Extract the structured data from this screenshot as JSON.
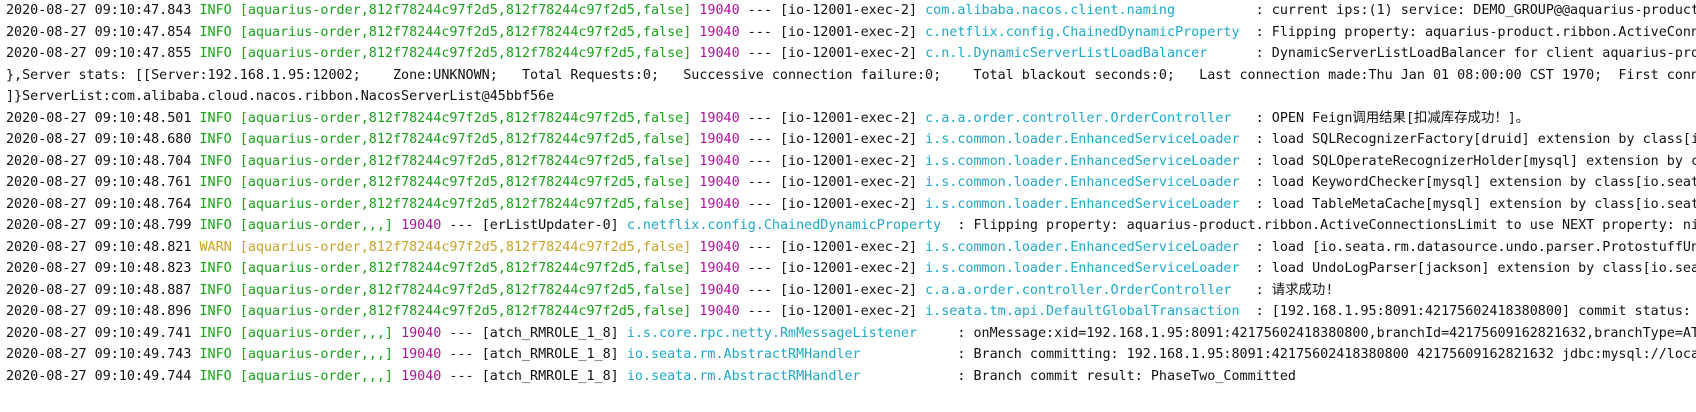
{
  "colors": {
    "text": "#111111",
    "info": "#17a317",
    "warn": "#c9a227",
    "thread_ctx": "#17a317",
    "pid": "#b0139c",
    "logger": "#1ea8c9"
  },
  "lines": [
    {
      "ts": "2020-08-27 09:10:47.843",
      "level": "INFO",
      "ctx": "[aquarius-order,812f78244c97f2d5,812f78244c97f2d5,false]",
      "pid": "19040",
      "thread": "[io-12001-exec-2]",
      "logger": "com.alibaba.nacos.client.naming",
      "pad": "          ",
      "msg": ": current ips:(1) service: DEMO_GROUP@@aquarius-product"
    },
    {
      "ts": "2020-08-27 09:10:47.854",
      "level": "INFO",
      "ctx": "[aquarius-order,812f78244c97f2d5,812f78244c97f2d5,false]",
      "pid": "19040",
      "thread": "[io-12001-exec-2]",
      "logger": "c.netflix.config.ChainedDynamicProperty",
      "pad": "  ",
      "msg": ": Flipping property: aquarius-product.ribbon.ActiveConn"
    },
    {
      "ts": "2020-08-27 09:10:47.855",
      "level": "INFO",
      "ctx": "[aquarius-order,812f78244c97f2d5,812f78244c97f2d5,false]",
      "pid": "19040",
      "thread": "[io-12001-exec-2]",
      "logger": "c.n.l.DynamicServerListLoadBalancer",
      "pad": "      ",
      "msg": ": DynamicServerListLoadBalancer for client aquarius-pro"
    },
    {
      "plain": "},Server stats: [[Server:192.168.1.95:12002;    Zone:UNKNOWN;   Total Requests:0;   Successive connection failure:0;    Total blackout seconds:0;   Last connection made:Thu Jan 01 08:00:00 CST 1970;  First conne"
    },
    {
      "plain": "]}ServerList:com.alibaba.cloud.nacos.ribbon.NacosServerList@45bbf56e"
    },
    {
      "ts": "2020-08-27 09:10:48.501",
      "level": "INFO",
      "ctx": "[aquarius-order,812f78244c97f2d5,812f78244c97f2d5,false]",
      "pid": "19040",
      "thread": "[io-12001-exec-2]",
      "logger": "c.a.a.order.controller.OrderController",
      "pad": "   ",
      "msg": ": OPEN Feign调用结果[扣减库存成功！]。"
    },
    {
      "ts": "2020-08-27 09:10:48.680",
      "level": "INFO",
      "ctx": "[aquarius-order,812f78244c97f2d5,812f78244c97f2d5,false]",
      "pid": "19040",
      "thread": "[io-12001-exec-2]",
      "logger": "i.s.common.loader.EnhancedServiceLoader",
      "pad": "  ",
      "msg": ": load SQLRecognizerFactory[druid] extension by class[i"
    },
    {
      "ts": "2020-08-27 09:10:48.704",
      "level": "INFO",
      "ctx": "[aquarius-order,812f78244c97f2d5,812f78244c97f2d5,false]",
      "pid": "19040",
      "thread": "[io-12001-exec-2]",
      "logger": "i.s.common.loader.EnhancedServiceLoader",
      "pad": "  ",
      "msg": ": load SQLOperateRecognizerHolder[mysql] extension by c"
    },
    {
      "ts": "2020-08-27 09:10:48.761",
      "level": "INFO",
      "ctx": "[aquarius-order,812f78244c97f2d5,812f78244c97f2d5,false]",
      "pid": "19040",
      "thread": "[io-12001-exec-2]",
      "logger": "i.s.common.loader.EnhancedServiceLoader",
      "pad": "  ",
      "msg": ": load KeywordChecker[mysql] extension by class[io.seat"
    },
    {
      "ts": "2020-08-27 09:10:48.764",
      "level": "INFO",
      "ctx": "[aquarius-order,812f78244c97f2d5,812f78244c97f2d5,false]",
      "pid": "19040",
      "thread": "[io-12001-exec-2]",
      "logger": "i.s.common.loader.EnhancedServiceLoader",
      "pad": "  ",
      "msg": ": load TableMetaCache[mysql] extension by class[io.seata"
    },
    {
      "ts": "2020-08-27 09:10:48.799",
      "level": "INFO",
      "ctx": "[aquarius-order,,,]",
      "pid": "19040",
      "thread": "[erListUpdater-0]",
      "logger": "c.netflix.config.ChainedDynamicProperty",
      "pad": "  ",
      "msg": ": Flipping property: aquarius-product.ribbon.ActiveConnectionsLimit to use NEXT property: ni"
    },
    {
      "ts": "2020-08-27 09:10:48.821",
      "level": "WARN",
      "ctx": "[aquarius-order,812f78244c97f2d5,812f78244c97f2d5,false]",
      "pid": "19040",
      "thread": "[io-12001-exec-2]",
      "logger": "i.s.common.loader.EnhancedServiceLoader",
      "pad": "  ",
      "msg": ": load [io.seata.rm.datasource.undo.parser.ProtostuffUn"
    },
    {
      "ts": "2020-08-27 09:10:48.823",
      "level": "INFO",
      "ctx": "[aquarius-order,812f78244c97f2d5,812f78244c97f2d5,false]",
      "pid": "19040",
      "thread": "[io-12001-exec-2]",
      "logger": "i.s.common.loader.EnhancedServiceLoader",
      "pad": "  ",
      "msg": ": load UndoLogParser[jackson] extension by class[io.sea"
    },
    {
      "ts": "2020-08-27 09:10:48.887",
      "level": "INFO",
      "ctx": "[aquarius-order,812f78244c97f2d5,812f78244c97f2d5,false]",
      "pid": "19040",
      "thread": "[io-12001-exec-2]",
      "logger": "c.a.a.order.controller.OrderController",
      "pad": "   ",
      "msg": ": 请求成功!"
    },
    {
      "ts": "2020-08-27 09:10:48.896",
      "level": "INFO",
      "ctx": "[aquarius-order,812f78244c97f2d5,812f78244c97f2d5,false]",
      "pid": "19040",
      "thread": "[io-12001-exec-2]",
      "logger": "i.seata.tm.api.DefaultGlobalTransaction",
      "pad": "  ",
      "msg": ": [192.168.1.95:8091:42175602418380800] commit status:"
    },
    {
      "ts": "2020-08-27 09:10:49.741",
      "level": "INFO",
      "ctx": "[aquarius-order,,,]",
      "pid": "19040",
      "thread": "[atch_RMROLE_1_8]",
      "logger": "i.s.core.rpc.netty.RmMessageListener",
      "pad": "     ",
      "msg": ": onMessage:xid=192.168.1.95:8091:42175602418380800,branchId=42175609162821632,branchType=AT"
    },
    {
      "ts": "2020-08-27 09:10:49.743",
      "level": "INFO",
      "ctx": "[aquarius-order,,,]",
      "pid": "19040",
      "thread": "[atch_RMROLE_1_8]",
      "logger": "io.seata.rm.AbstractRMHandler",
      "pad": "            ",
      "msg": ": Branch committing: 192.168.1.95:8091:42175602418380800 42175609162821632 jdbc:mysql://loca"
    },
    {
      "ts": "2020-08-27 09:10:49.744",
      "level": "INFO",
      "ctx": "[aquarius-order,,,]",
      "pid": "19040",
      "thread": "[atch_RMROLE_1_8]",
      "logger": "io.seata.rm.AbstractRMHandler",
      "pad": "            ",
      "msg": ": Branch commit result: PhaseTwo_Committed"
    }
  ]
}
